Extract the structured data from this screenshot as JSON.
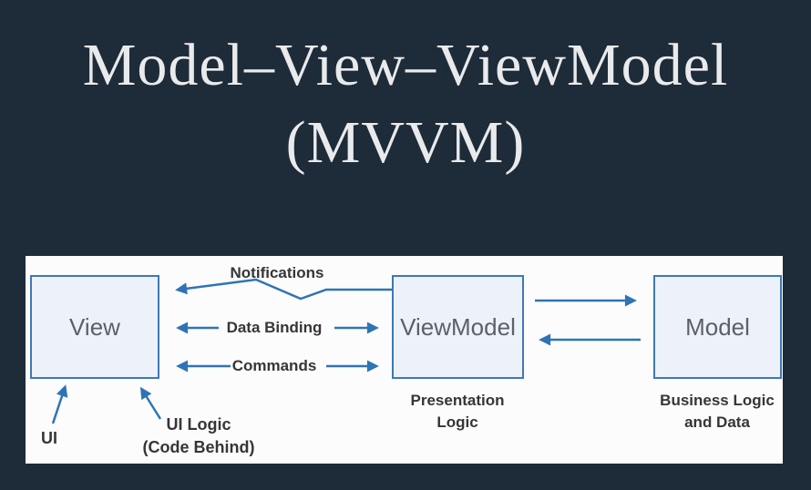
{
  "title": {
    "line1": "Model–View–ViewModel",
    "line2": "(MVVM)"
  },
  "diagram": {
    "boxes": {
      "view": {
        "label": "View"
      },
      "viewmodel": {
        "label": "ViewModel",
        "caption1": "Presentation",
        "caption2": "Logic"
      },
      "model": {
        "label": "Model",
        "caption1": "Business Logic",
        "caption2": "and Data"
      }
    },
    "connections": {
      "notifications": "Notifications",
      "data_binding": "Data Binding",
      "commands": "Commands"
    },
    "annotations": {
      "ui": "UI",
      "ui_logic1": "UI Logic",
      "ui_logic2": "(Code Behind)"
    },
    "colors": {
      "background": "#1e2b38",
      "title_text": "#e9eaec",
      "panel_background": "#fcfcfd",
      "box_fill": "#edf2fa",
      "box_border": "#3d79b7",
      "arrow": "#2e74b5",
      "label_text": "#363636",
      "box_label_text": "#5d6165"
    }
  }
}
